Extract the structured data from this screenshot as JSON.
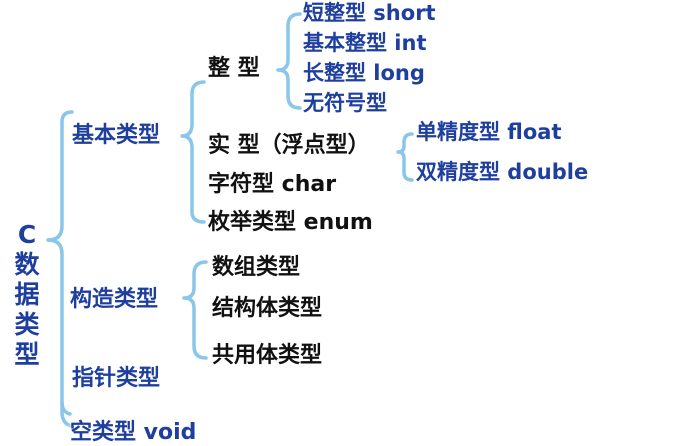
{
  "root": {
    "label": [
      "C",
      "数",
      "据",
      "类",
      "型"
    ]
  },
  "level1": {
    "basic": "基本类型",
    "constructed": "构造类型",
    "pointer": "指针类型",
    "void": "空类型 void"
  },
  "basic": {
    "integer": "整 型",
    "integer_types": [
      "短整型 short",
      "基本整型 int",
      "长整型 long",
      "无符号型"
    ],
    "real": "实 型（浮点型）",
    "real_types": [
      "单精度型 float",
      "双精度型 double"
    ],
    "char": "字符型 char",
    "enum": "枚举类型 enum"
  },
  "constructed": {
    "items": [
      "数组类型",
      "结构体类型",
      "共用体类型"
    ]
  },
  "colors": {
    "blue_text": "#1e3f9e",
    "black_text": "#111111",
    "bracket": "#8ac6ea"
  }
}
